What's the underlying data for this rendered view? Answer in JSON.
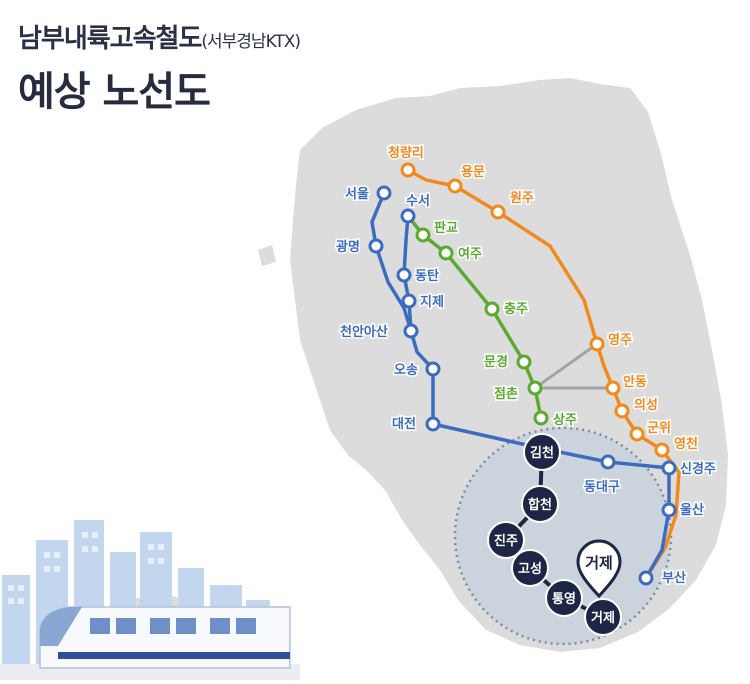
{
  "title": {
    "main": "남부내륙고속철도",
    "sub": "(서부경남KTX)",
    "line2": "예상 노선도"
  },
  "colors": {
    "orange_line": "#f08a1c",
    "green_line": "#5aaa32",
    "blue_line": "#3c6cc0",
    "gray_line": "#a4a4a4",
    "new_line": "#1e2648",
    "land": "#dcdcdc",
    "highlight_circle": "#c6d0de"
  },
  "stations": {
    "cheongnyangni": "청량리",
    "yongmun": "용문",
    "wonju": "원주",
    "seoul": "서울",
    "suseo": "수서",
    "pangyo": "판교",
    "yeoju": "여주",
    "gwangmyeong": "광명",
    "dongtan": "동탄",
    "jije": "지제",
    "chungju": "충주",
    "cheonanasan": "천안아산",
    "yeongju": "영주",
    "mungyeong": "문경",
    "osong": "오송",
    "jeomchon": "점촌",
    "andong": "안동",
    "uiseong": "의성",
    "daejeon": "대전",
    "sangju": "상주",
    "gunwi": "군위",
    "yeongcheon": "영천",
    "gimcheon": "김천",
    "dongdaegu": "동대구",
    "singyeongju": "신경주",
    "hapcheon": "합천",
    "ulsan": "울산",
    "jinju": "진주",
    "goseong": "고성",
    "tongyeong": "통영",
    "geoje": "거제",
    "busan": "부산"
  },
  "marker": {
    "label": "거제"
  }
}
